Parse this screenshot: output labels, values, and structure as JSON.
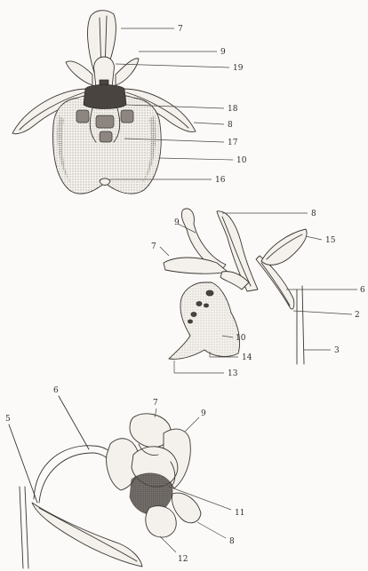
{
  "figures": [
    {
      "id": "front-view",
      "labels": [
        "7",
        "9",
        "19",
        "18",
        "8",
        "17",
        "10",
        "16"
      ]
    },
    {
      "id": "side-view",
      "labels": [
        "8",
        "9",
        "15",
        "7",
        "6",
        "2",
        "10",
        "3",
        "14",
        "13"
      ]
    },
    {
      "id": "bottom-view",
      "labels": [
        "5",
        "6",
        "7",
        "9",
        "11",
        "8",
        "12"
      ]
    }
  ]
}
